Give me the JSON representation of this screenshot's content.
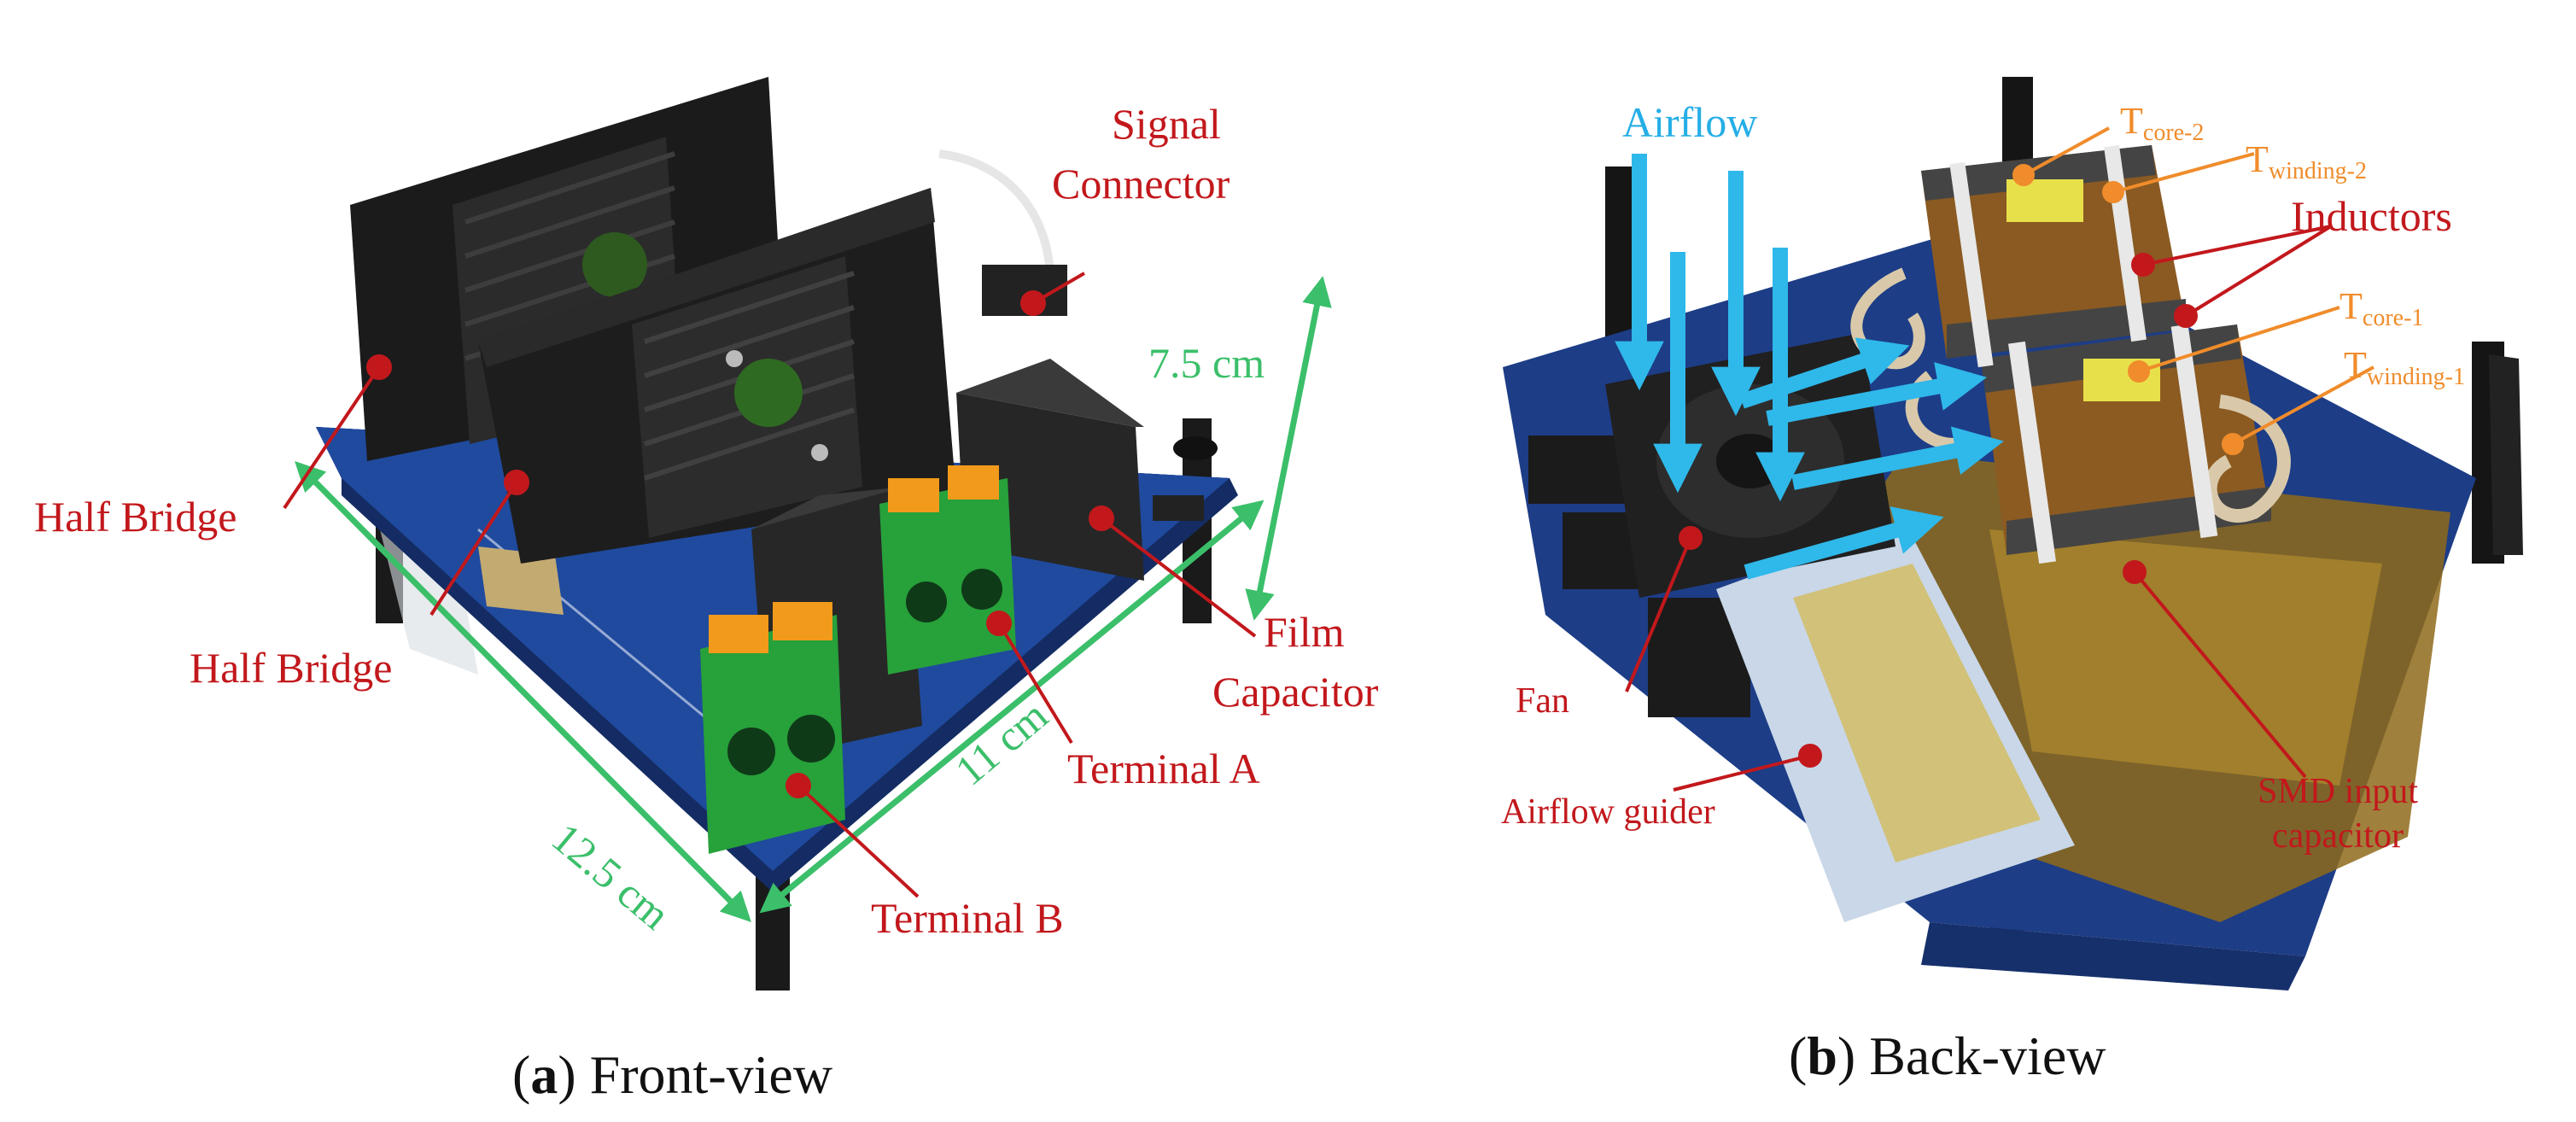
{
  "colors": {
    "label_red": "#c2181c",
    "dimension_green": "#3bbf6a",
    "airflow_blue": "#25aee6",
    "temperature_orange": "#f08c2b",
    "pcb_blue": "#1c3f8c"
  },
  "panel_a": {
    "labels": {
      "signal_connector_1": "Signal",
      "signal_connector_2": "Connector",
      "half_bridge_1": "Half Bridge",
      "half_bridge_2": "Half Bridge",
      "film_capacitor_1": "Film",
      "film_capacitor_2": "Capacitor",
      "terminal_a": "Terminal A",
      "terminal_b": "Terminal B"
    },
    "dimensions": {
      "height": "7.5 cm",
      "width": "11 cm",
      "length": "12.5 cm"
    },
    "caption_letter": "a",
    "caption_text": "Front-view"
  },
  "panel_b": {
    "labels": {
      "airflow": "Airflow",
      "inductors": "Inductors",
      "fan": "Fan",
      "airflow_guider": "Airflow guider",
      "smd_1": "SMD input",
      "smd_2": "capacitor"
    },
    "temperatures": {
      "t_core_2_main": "T",
      "t_core_2_sub": "core-2",
      "t_winding_2_main": "T",
      "t_winding_2_sub": "winding-2",
      "t_core_1_main": "T",
      "t_core_1_sub": "core-1",
      "t_winding_1_main": "T",
      "t_winding_1_sub": "winding-1"
    },
    "caption_letter": "b",
    "caption_text": "Back-view"
  }
}
